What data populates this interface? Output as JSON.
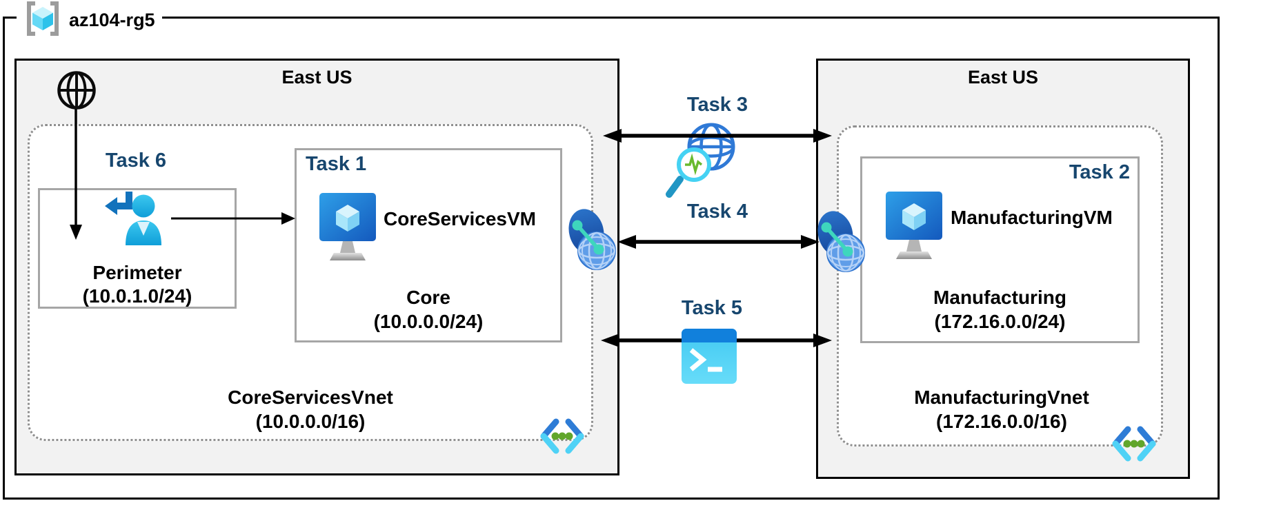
{
  "resource_group": {
    "label": "az104-rg5"
  },
  "left_region": {
    "title": "East US",
    "task6_label": "Task 6",
    "perimeter": {
      "name": "Perimeter",
      "cidr": "(10.0.1.0/24)"
    },
    "task1_label": "Task 1",
    "vm_name": "CoreServicesVM",
    "subnet_name": "Core",
    "subnet_cidr": "(10.0.0.0/24)",
    "vnet_name": "CoreServicesVnet",
    "vnet_cidr": "(10.0.0.0/16)"
  },
  "right_region": {
    "title": "East US",
    "task2_label": "Task 2",
    "vm_name": "ManufacturingVM",
    "subnet_name": "Manufacturing",
    "subnet_cidr": "(172.16.0.0/24)",
    "vnet_name": "ManufacturingVnet",
    "vnet_cidr": "(172.16.0.0/16)"
  },
  "connectors": {
    "task3_label": "Task 3",
    "task4_label": "Task 4",
    "task5_label": "Task 5"
  },
  "icons": {
    "resource_group": "resource-group-icon",
    "internet": "internet-globe-icon",
    "perimeter_entry": "sign-in-user-icon",
    "virtual_machine": "virtual-machine-icon",
    "vnet_peering": "vnet-peering-icon",
    "network_watcher": "network-watcher-icon",
    "cloud_shell": "cloud-shell-icon",
    "code_brackets": "code-brackets-icon"
  },
  "colors": {
    "task_label": "#17466e",
    "region_bg": "#f2f2f2",
    "border_black": "#000000",
    "box_border_gray": "#a6a6a6",
    "dotted_border": "#8f8f8f",
    "azure_blue": "#1b7bd4",
    "cyan_accent": "#50d2f2",
    "green_accent": "#61a62b",
    "teal_accent": "#3ed6bd"
  }
}
